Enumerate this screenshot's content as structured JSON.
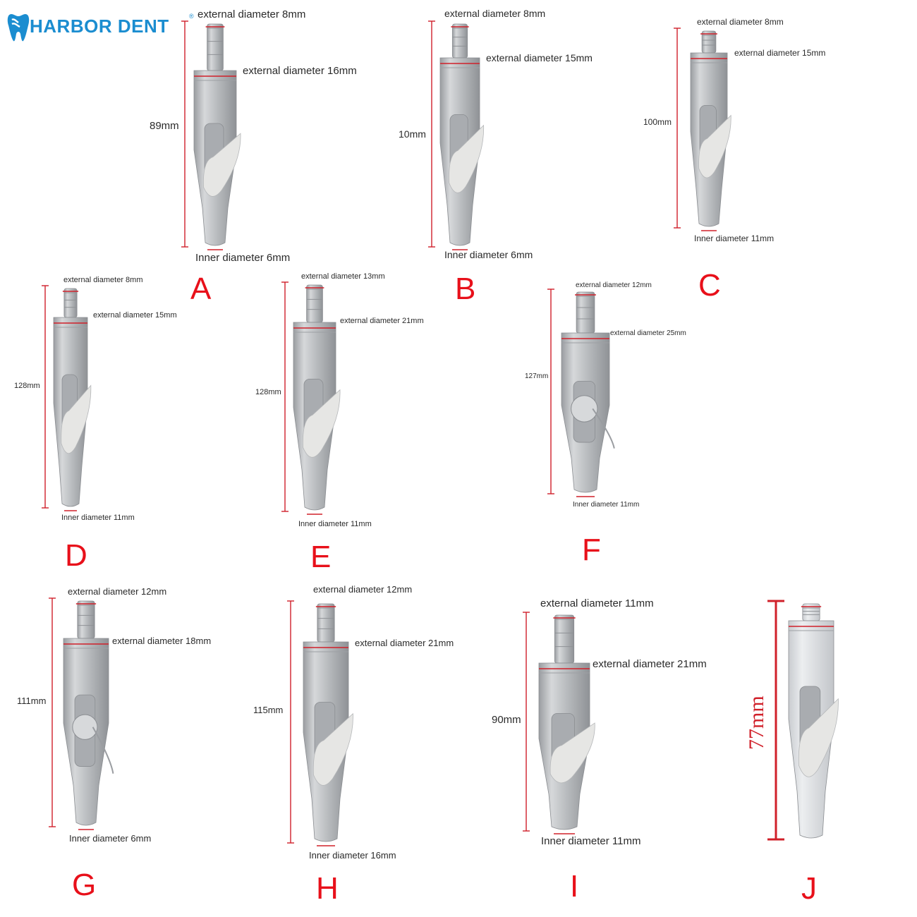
{
  "brand": {
    "name": "HARBOR DENT",
    "mark": "®",
    "logo_icon": "tooth-icon",
    "color": "#1b8dd0"
  },
  "colors": {
    "dimension_line": "#d0202a",
    "letter": "#e8101a",
    "metal": "#b9bcc0",
    "lever": "#e6e6e4"
  },
  "products": [
    {
      "id": "A",
      "letter": "A",
      "top_od": "external diameter 8mm",
      "body_od": "external diameter 16mm",
      "length": "89mm",
      "inner": "Inner diameter  6mm",
      "valve": "lever"
    },
    {
      "id": "B",
      "letter": "B",
      "top_od": "external diameter 8mm",
      "body_od": "external diameter 15mm",
      "length": "10mm",
      "inner": "Inner diameter  6mm",
      "valve": "lever"
    },
    {
      "id": "C",
      "letter": "C",
      "top_od": "external diameter 8mm",
      "body_od": "external diameter 15mm",
      "length": "100mm",
      "inner": "Inner diameter  11mm",
      "valve": "lever"
    },
    {
      "id": "D",
      "letter": "D",
      "top_od": "external diameter 8mm",
      "body_od": "external diameter 15mm",
      "length": "128mm",
      "inner": "Inner diameter  11mm",
      "valve": "lever"
    },
    {
      "id": "E",
      "letter": "E",
      "top_od": "external diameter 13mm",
      "body_od": "external diameter 21mm",
      "length": "128mm",
      "inner": "Inner diameter  11mm",
      "valve": "lever"
    },
    {
      "id": "F",
      "letter": "F",
      "top_od": "external diameter 12mm",
      "body_od": "external diameter 25mm",
      "length": "127mm",
      "inner": "Inner diameter  11mm",
      "valve": "knob"
    },
    {
      "id": "G",
      "letter": "G",
      "top_od": "external diameter 12mm",
      "body_od": "external diameter 18mm",
      "length": "111mm",
      "inner": "Inner diameter  6mm",
      "valve": "knob"
    },
    {
      "id": "H",
      "letter": "H",
      "top_od": "external diameter 12mm",
      "body_od": "external diameter 21mm",
      "length": "115mm",
      "inner": "Inner diameter  16mm",
      "valve": "lever"
    },
    {
      "id": "I",
      "letter": "I",
      "top_od": "external diameter 11mm",
      "body_od": "external diameter 21mm",
      "length": "90mm",
      "inner": "Inner diameter  11mm",
      "valve": "lever"
    },
    {
      "id": "J",
      "letter": "J",
      "top_od": "",
      "body_od": "",
      "length": "77mm",
      "inner": "",
      "valve": "lever"
    }
  ]
}
